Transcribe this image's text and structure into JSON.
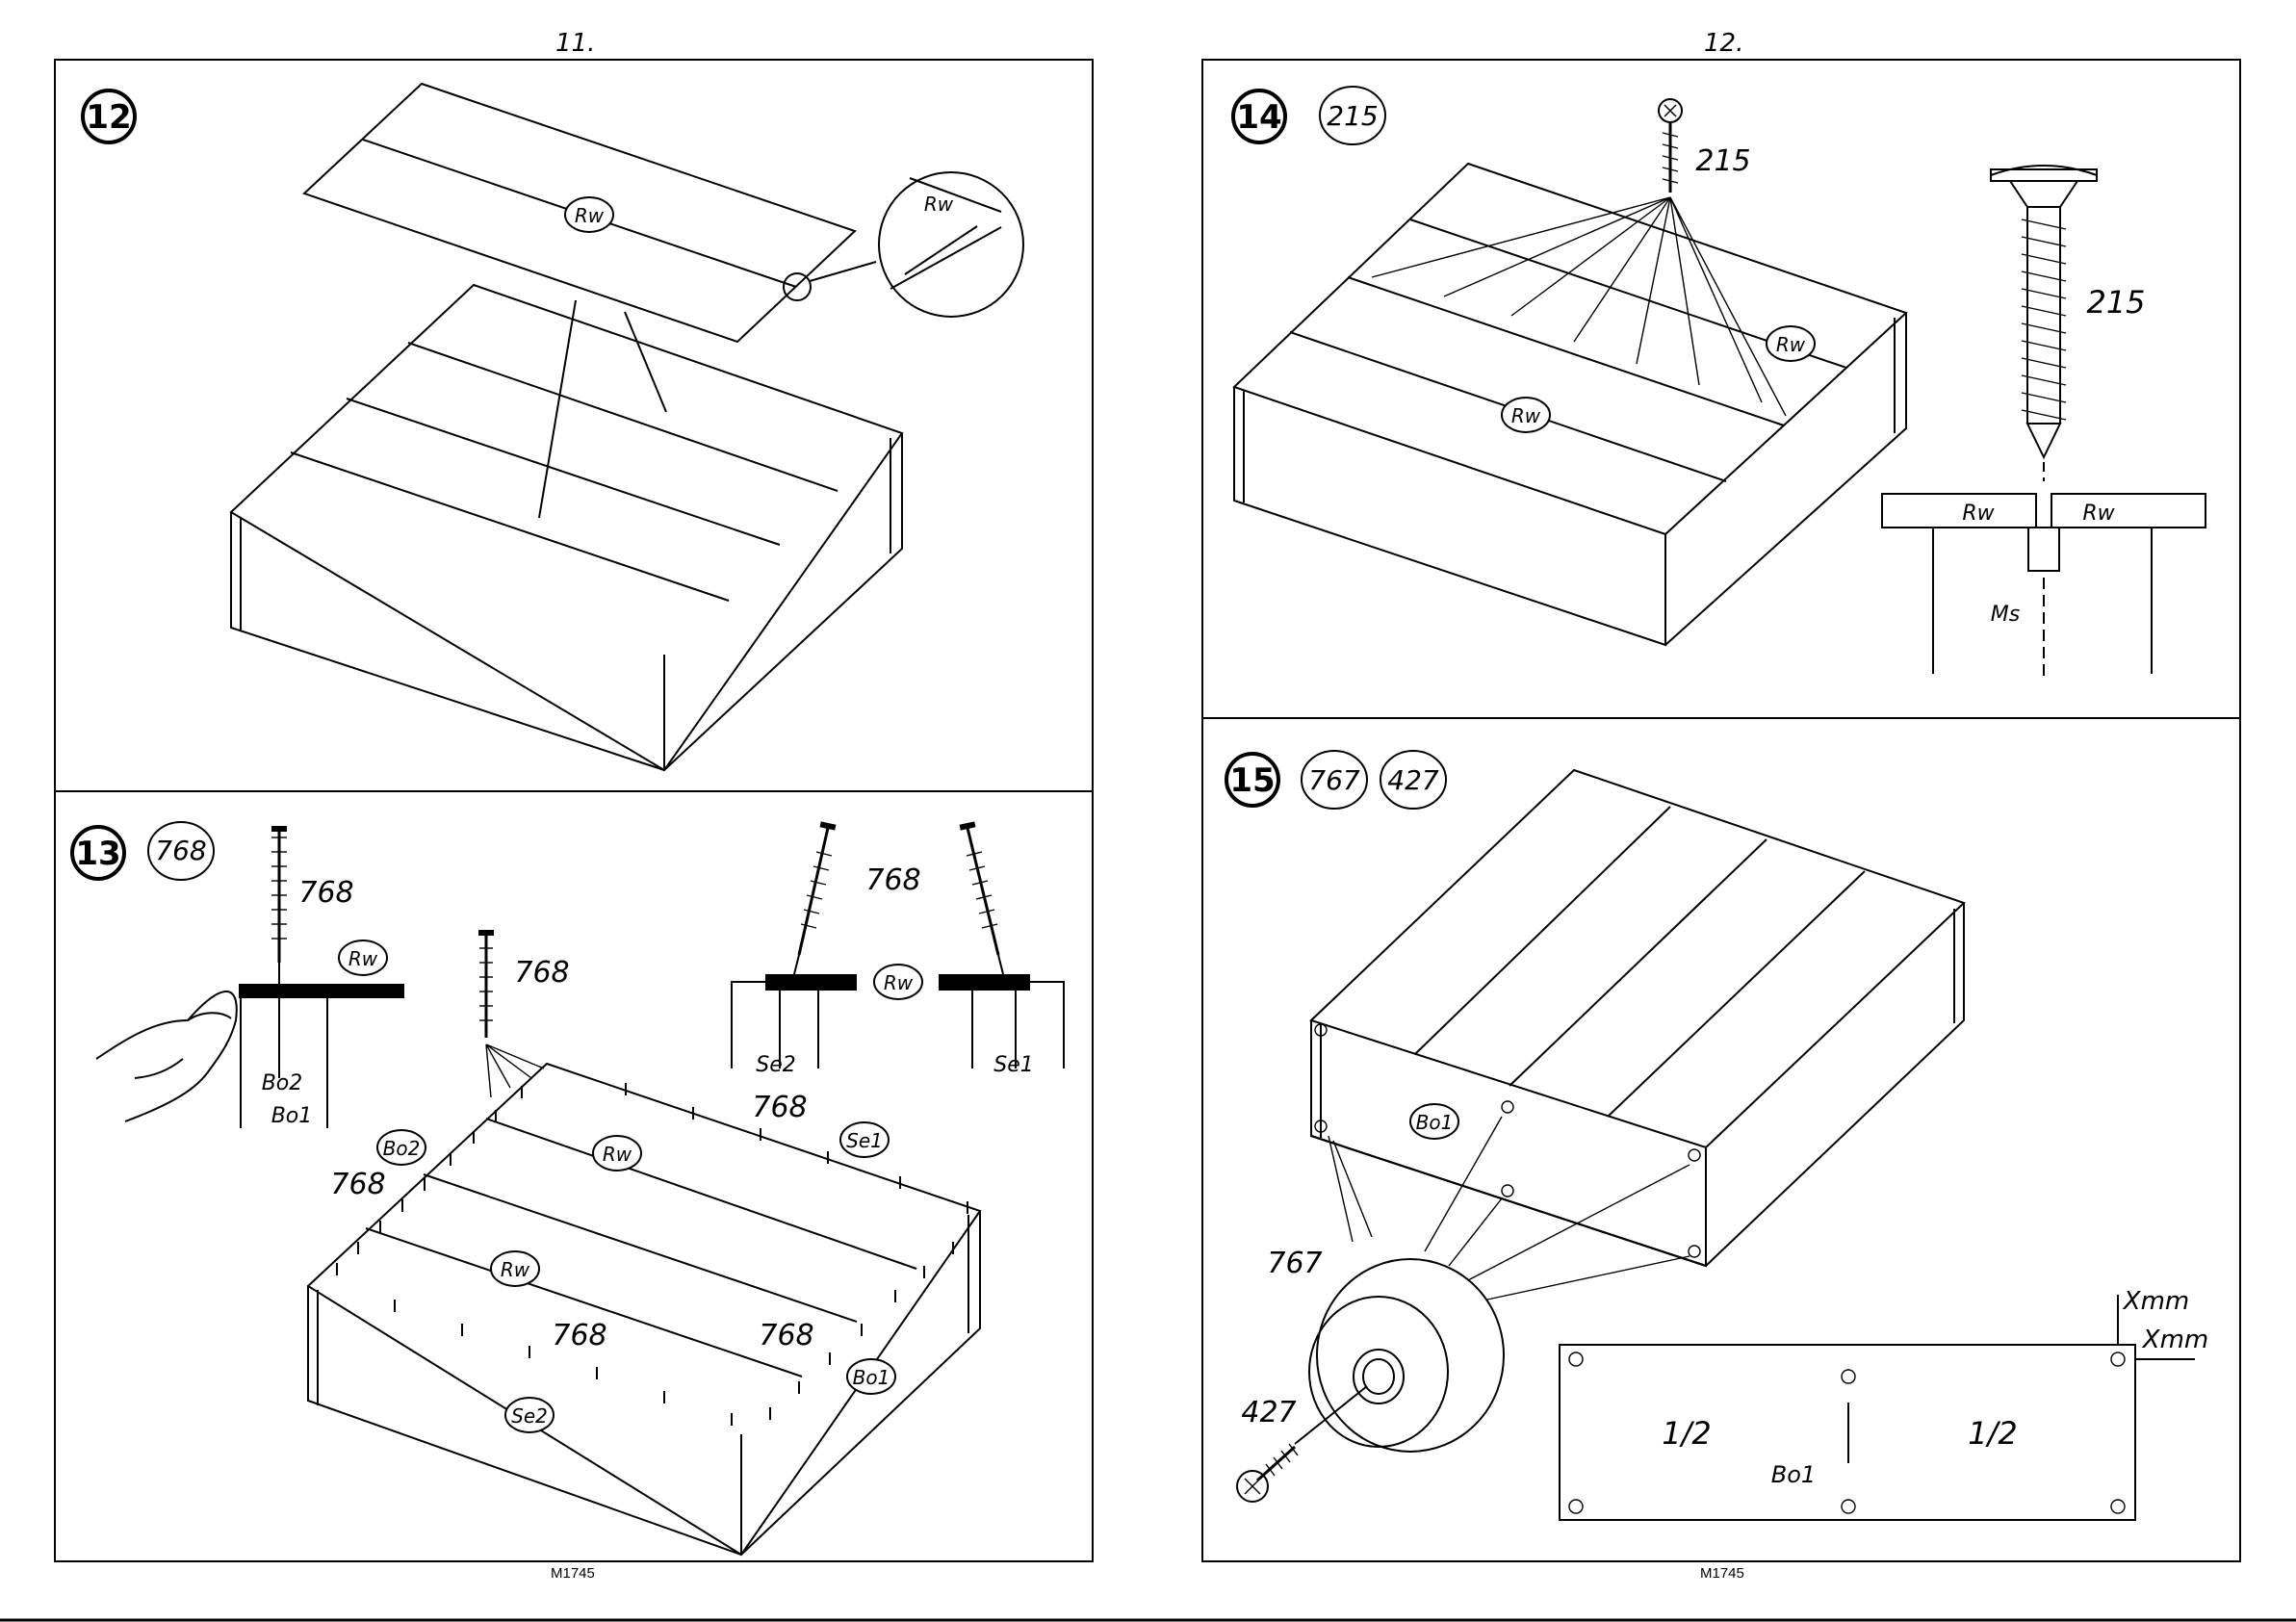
{
  "pages": [
    {
      "number": "11.",
      "footer": "M1745"
    },
    {
      "number": "12.",
      "footer": "M1745"
    }
  ],
  "steps": {
    "s12": {
      "step": "12",
      "labels": {
        "rw_main": "Rw",
        "rw_detail": "Rw"
      }
    },
    "s13": {
      "step": "13",
      "part": "768",
      "labels": {
        "qty_a": "768",
        "qty_b": "768",
        "qty_c": "768",
        "qty_d": "768",
        "qty_e": "768",
        "qty_f": "768",
        "qty_g": "768",
        "rw_a": "Rw",
        "rw_b": "Rw",
        "rw_c": "Rw",
        "bo2_a": "Bo2",
        "bo1_a": "Bo1",
        "bo2_b": "Bo2",
        "bo1_b": "Bo1",
        "se2_a": "Se2",
        "se1_a": "Se1",
        "se1_b": "Se1",
        "se2_b": "Se2"
      }
    },
    "s14": {
      "step": "14",
      "part": "215",
      "labels": {
        "qty_a": "215",
        "qty_b": "215",
        "rw_a": "Rw",
        "rw_b": "Rw",
        "rw_c": "Rw",
        "rw_d": "Rw",
        "ms": "Ms"
      }
    },
    "s15": {
      "step": "15",
      "parts": [
        "767",
        "427"
      ],
      "labels": {
        "bo1_a": "Bo1",
        "qty_767": "767",
        "qty_427": "427",
        "xmm_a": "Xmm",
        "xmm_b": "Xmm",
        "half_a": "1/2",
        "half_b": "1/2",
        "bo1_b": "Bo1"
      }
    }
  }
}
